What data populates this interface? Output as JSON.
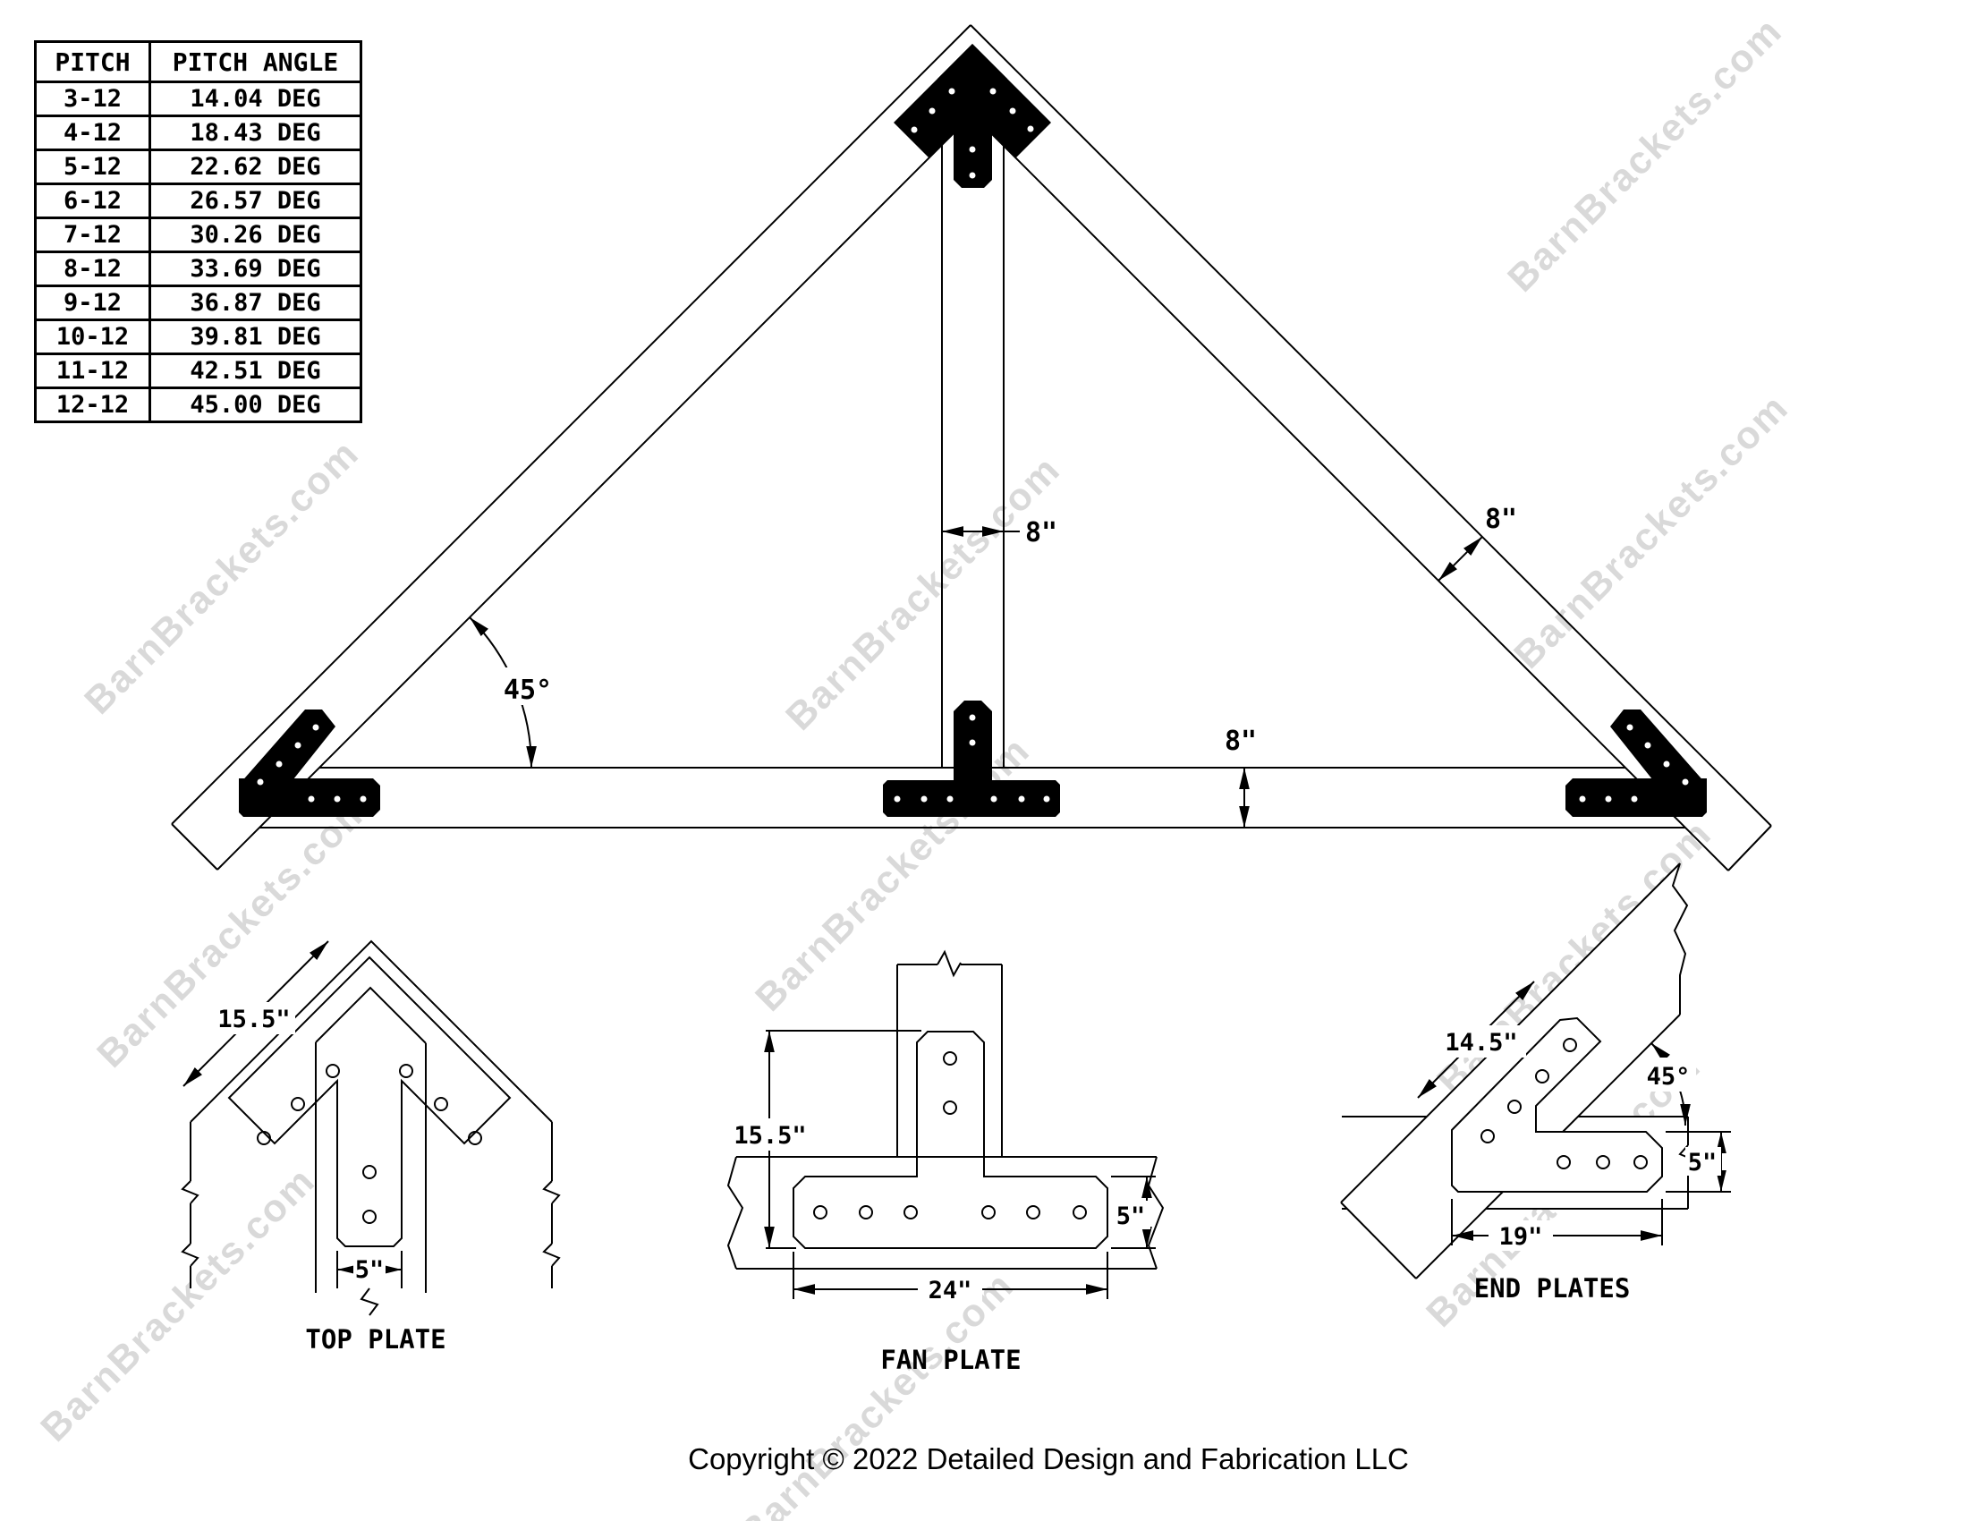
{
  "watermark": {
    "text": "BarnBrackets.com",
    "color": "#d9d9d9"
  },
  "pitch_table": {
    "headers": [
      "PITCH",
      "PITCH ANGLE"
    ],
    "rows": [
      [
        "3-12",
        "14.04 DEG"
      ],
      [
        "4-12",
        "18.43 DEG"
      ],
      [
        "5-12",
        "22.62 DEG"
      ],
      [
        "6-12",
        "26.57 DEG"
      ],
      [
        "7-12",
        "30.26 DEG"
      ],
      [
        "8-12",
        "33.69 DEG"
      ],
      [
        "9-12",
        "36.87 DEG"
      ],
      [
        "10-12",
        "39.81 DEG"
      ],
      [
        "11-12",
        "42.51 DEG"
      ],
      [
        "12-12",
        "45.00 DEG"
      ]
    ]
  },
  "truss": {
    "post_width": "8\"",
    "rafter_width": "8\"",
    "chord_height": "8\"",
    "pitch_angle": "45°"
  },
  "details": {
    "top_plate": {
      "label": "TOP PLATE",
      "dim_edge": "15.5\"",
      "dim_width": "5\""
    },
    "fan_plate": {
      "label": "FAN PLATE",
      "dim_height": "15.5\"",
      "dim_width": "5\"",
      "dim_length": "24\""
    },
    "end_plates": {
      "label": "END PLATES",
      "dim_edge": "14.5\"",
      "dim_angle": "45°",
      "dim_width": "5\"",
      "dim_length": "19\""
    }
  },
  "footer": {
    "copyright": "Copyright © 2022 Detailed Design and Fabrication LLC"
  }
}
